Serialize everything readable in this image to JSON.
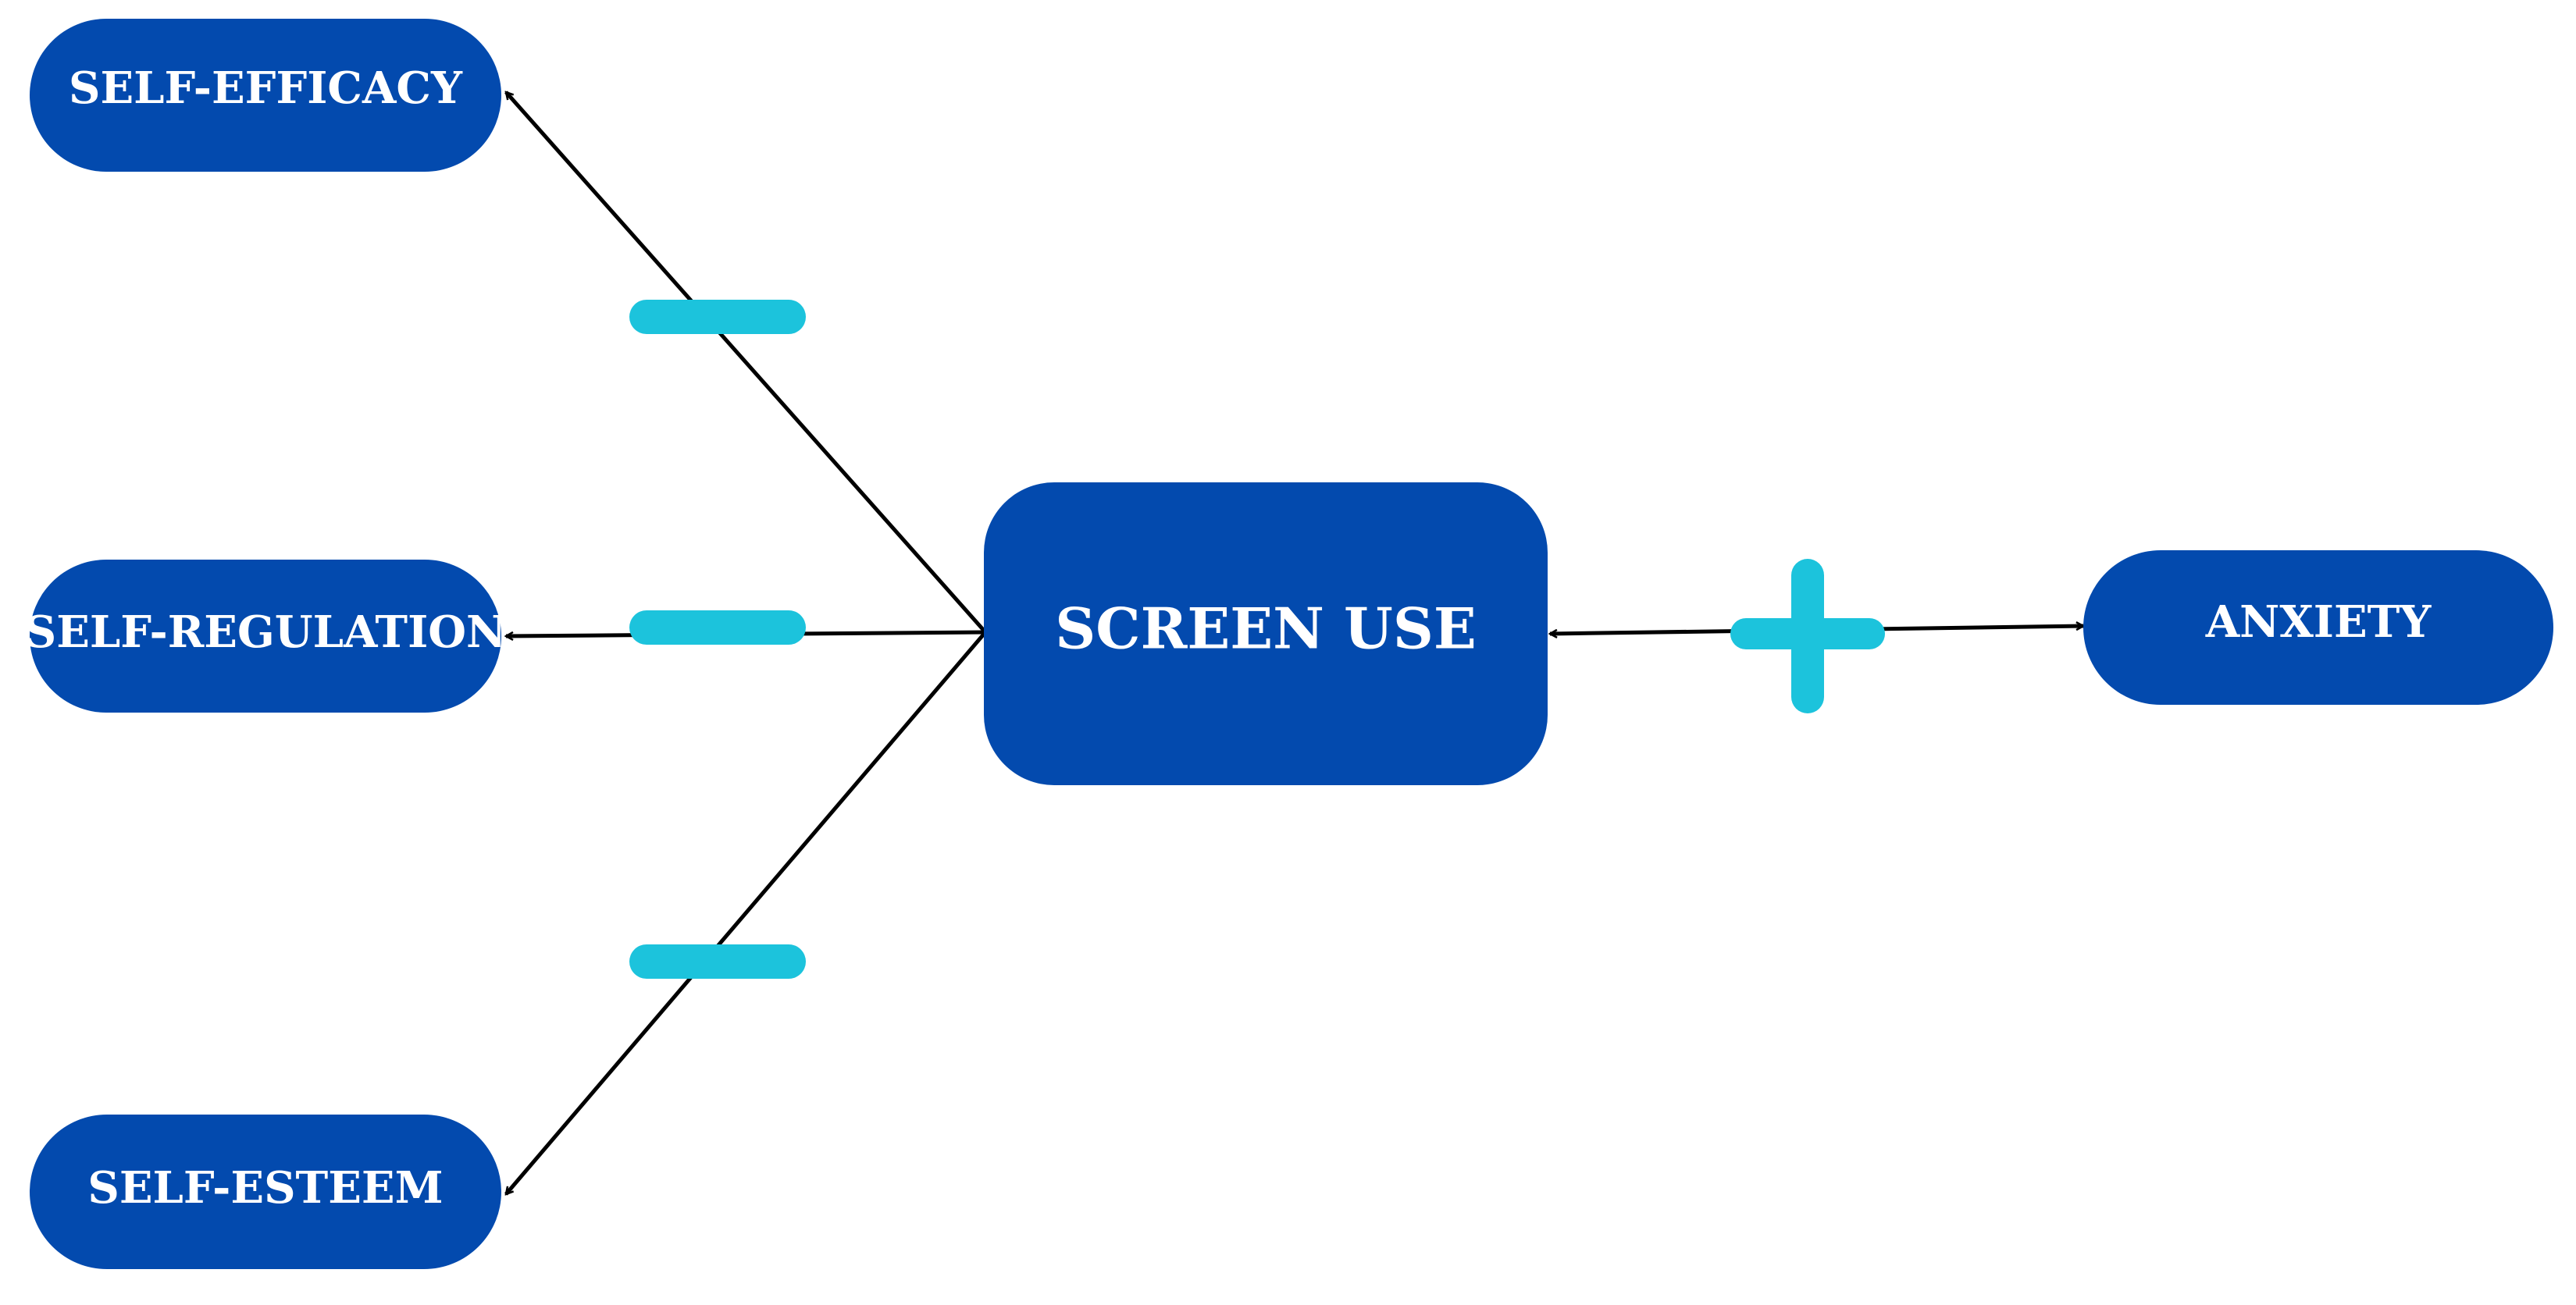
{
  "diagram": {
    "nodes": {
      "self_efficacy": "SELF-EFFICACY",
      "self_regulation": "SELF-REGULATION",
      "self_esteem": "SELF-ESTEEM",
      "screen_use": "SCREEN USE",
      "anxiety": "ANXIETY"
    },
    "relations": [
      {
        "from": "SCREEN USE",
        "to": "SELF-EFFICACY",
        "sign": "negative"
      },
      {
        "from": "SCREEN USE",
        "to": "SELF-REGULATION",
        "sign": "negative"
      },
      {
        "from": "SCREEN USE",
        "to": "SELF-ESTEEM",
        "sign": "negative"
      },
      {
        "from": "SCREEN USE",
        "to": "ANXIETY",
        "sign": "positive"
      }
    ],
    "colors": {
      "node_fill": "#034aae",
      "node_text": "#ffffff",
      "sign_marker": "#1cc3dc",
      "arrow": "#000000",
      "background": "#ffffff"
    }
  }
}
